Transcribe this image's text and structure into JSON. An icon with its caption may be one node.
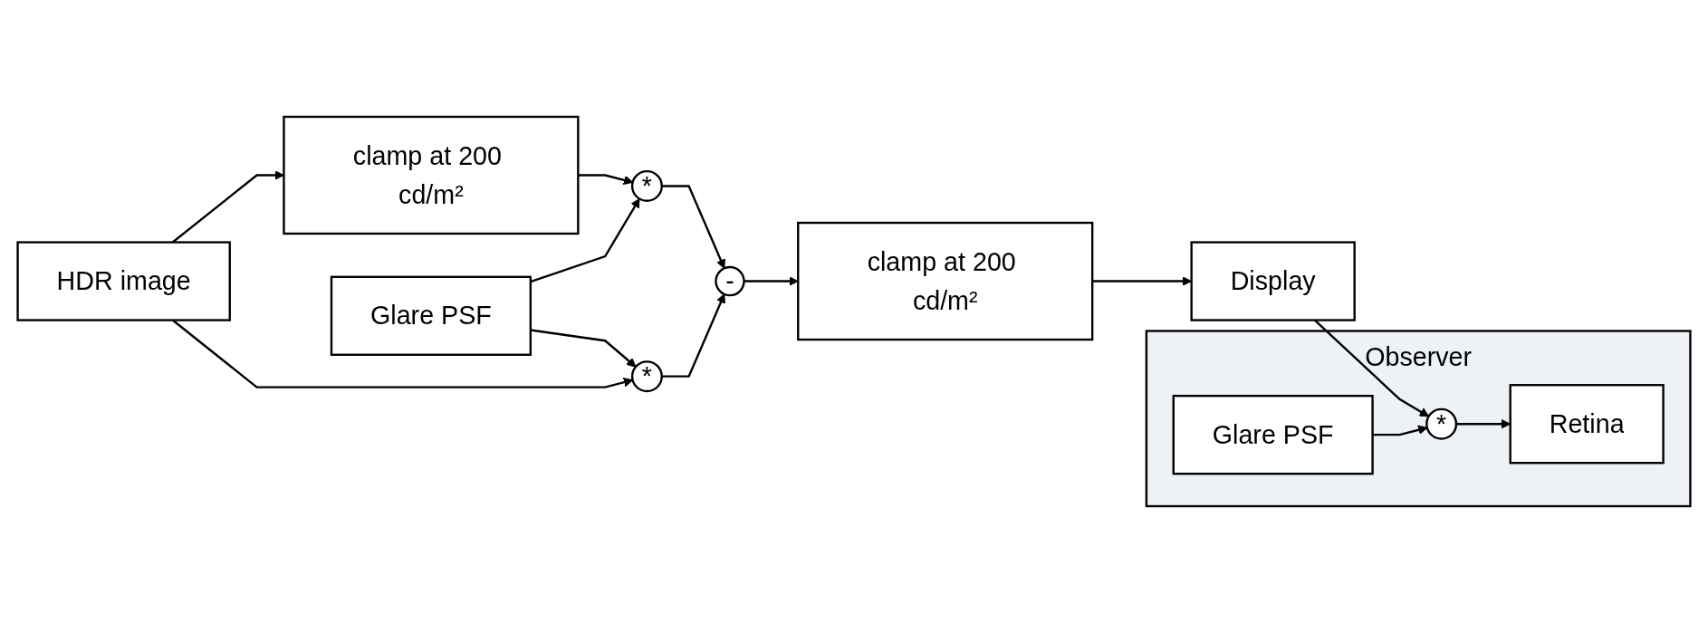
{
  "diagram": {
    "nodes": [
      {
        "text": [
          "Observer"
        ]
      },
      {
        "text": [
          "Glare PSF"
        ],
        "in": 0
      },
      {
        "text": [
          "*"
        ],
        "in": 0
      },
      {
        "text": [
          "Retina"
        ],
        "in": 0
      },
      {
        "text": [
          "HDR image"
        ]
      },
      {
        "text": [
          "clamp at 200 cd/m²"
        ]
      },
      {
        "text": [
          "*"
        ]
      },
      {
        "text": [
          "Display"
        ]
      },
      {
        "text": [
          "Glare PSF"
        ]
      },
      {
        "text": [
          "*"
        ]
      },
      {
        "text": [
          "-"
        ]
      },
      {
        "text": [
          "clamp at 200 cd/m²"
        ]
      }
    ],
    "edges": [
      {
        "from": 4,
        "to": 5,
        "arrow": "to"
      },
      {
        "from": 5,
        "to": 6,
        "arrow": "to"
      },
      {
        "from": 8,
        "to": 6,
        "arrow": "to"
      },
      {
        "from": 8,
        "to": 9,
        "arrow": "to"
      },
      {
        "from": 4,
        "to": 9,
        "arrow": "to"
      },
      {
        "from": 6,
        "to": 10,
        "arrow": "to"
      },
      {
        "from": 9,
        "to": 10,
        "arrow": "to"
      },
      {
        "from": 10,
        "to": 11,
        "arrow": "to"
      },
      {
        "from": 11,
        "to": 7,
        "arrow": "to"
      },
      {
        "from": 7,
        "to": 2,
        "arrow": "to"
      },
      {
        "from": 1,
        "to": 2,
        "arrow": "to"
      },
      {
        "from": 2,
        "to": 3,
        "arrow": "to"
      }
    ]
  }
}
